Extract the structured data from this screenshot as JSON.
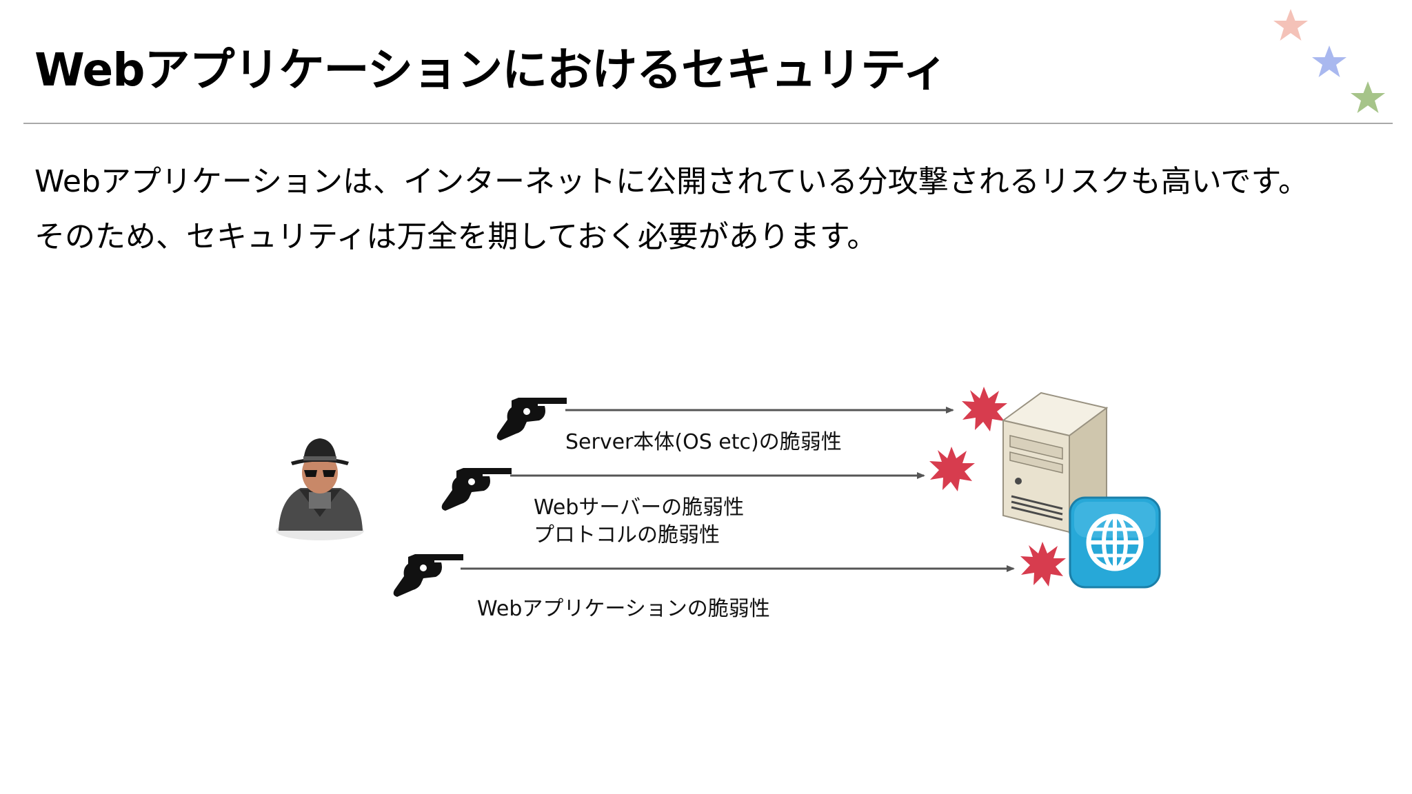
{
  "header": {
    "title": "Webアプリケーションにおけるセキュリティ",
    "decoration_icons": [
      "star-icon",
      "star-icon",
      "star-icon"
    ],
    "star_colors": [
      "#f4c2b8",
      "#a9b8ef",
      "#a6c489"
    ]
  },
  "body": {
    "lines": [
      "Webアプリケーションは、インターネットに公開されている分攻撃されるリスクも高いです。",
      "そのため、セキュリティは万全を期しておく必要があります。"
    ]
  },
  "diagram": {
    "attacker_icon": "hacker-icon",
    "weapon_icon": "revolver-icon",
    "impact_icon": "burst-icon",
    "server_icon": "server-icon",
    "web_app_icon": "globe-icon",
    "attacks": [
      {
        "label_lines": [
          "Server本体(OS etc)の脆弱性"
        ]
      },
      {
        "label_lines": [
          "Webサーバーの脆弱性",
          "プロトコルの脆弱性"
        ]
      },
      {
        "label_lines": [
          "Webアプリケーションの脆弱性"
        ]
      }
    ],
    "colors": {
      "arrow": "#555555",
      "burst": "#d73c4e",
      "globe_tile": "#27a8d8",
      "server": "#e9e2cf"
    }
  }
}
